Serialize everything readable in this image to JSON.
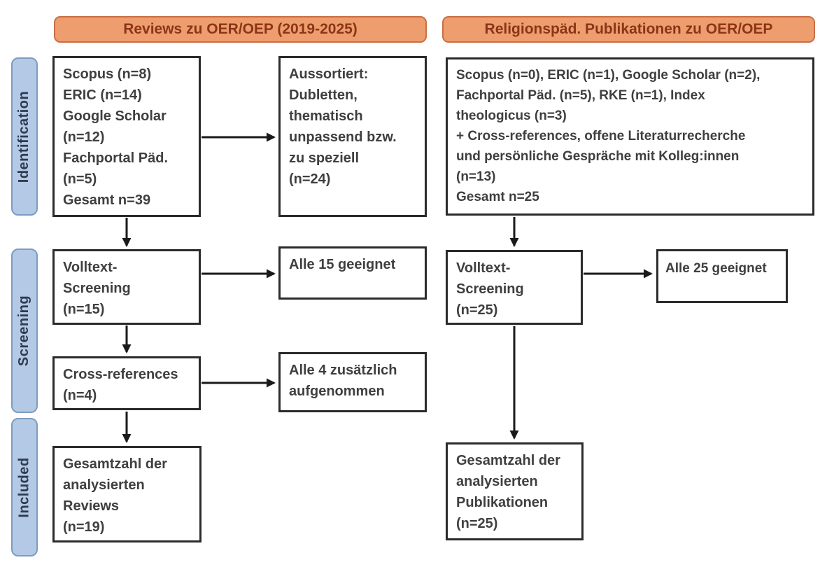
{
  "diagram": {
    "type": "prisma-flow",
    "headers": {
      "left": "Reviews zu OER/OEP (2019-2025)",
      "right": "Religionspäd. Publikationen zu OER/OEP"
    },
    "stage_labels": {
      "identification": "Identification",
      "screening": "Screening",
      "included": "Included"
    },
    "left_column": {
      "sources": "Scopus (n=8)\nERIC (n=14)\nGoogle Scholar\n(n=12)\nFachportal Päd.\n(n=5)\nGesamt n=39",
      "excluded": "Aussortiert:\nDubletten,\nthematisch\nunpassend bzw.\nzu speziell\n(n=24)",
      "fulltext": "Volltext-\nScreening\n(n=15)",
      "fulltext_result": "Alle 15 geeignet",
      "crossref": "Cross-references\n(n=4)",
      "crossref_result": "Alle 4 zusätzlich\naufgenommen",
      "total": "Gesamtzahl der\nanalysierten\nReviews\n(n=19)"
    },
    "right_column": {
      "sources": "Scopus (n=0), ERIC (n=1), Google Scholar (n=2),\nFachportal Päd. (n=5), RKE (n=1), Index\ntheologicus (n=3)\n+ Cross-references, offene Literaturrecherche\nund persönliche Gespräche mit Kolleg:innen\n(n=13)\nGesamt n=25",
      "fulltext": "Volltext-\nScreening\n(n=25)",
      "fulltext_result": "Alle 25 geeignet",
      "total": "Gesamtzahl der\nanalysierten\nPublikationen\n(n=25)"
    },
    "colors": {
      "header_fill": "#EE9E6E",
      "header_border": "#C96F45",
      "header_text": "#8C3418",
      "stage_fill": "#B4C9E6",
      "stage_border": "#7E9CC0",
      "stage_text": "#2E3B4E",
      "box_border": "#2B2B2B",
      "box_text": "#3F3F3F",
      "arrow": "#1A1A1A",
      "background": "#FFFFFF"
    }
  }
}
